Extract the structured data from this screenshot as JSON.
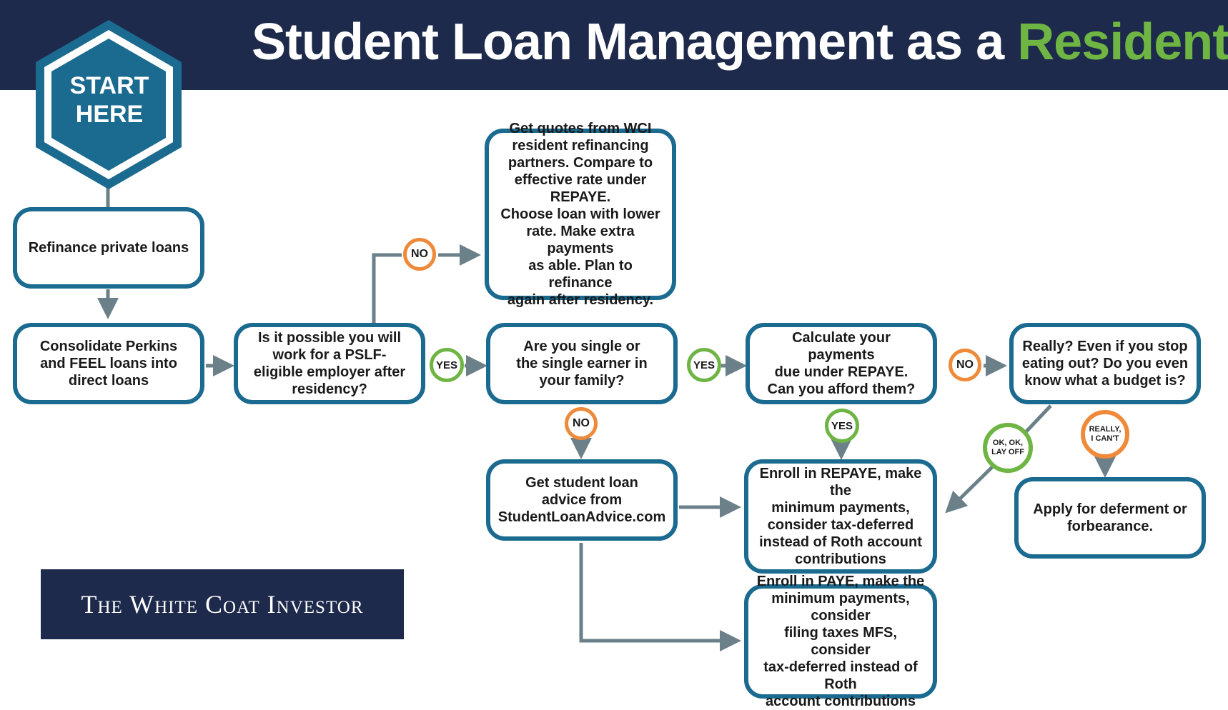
{
  "header": {
    "title_main": "Student Loan Management as a ",
    "title_accent": "Resident"
  },
  "colors": {
    "navy": "#1e2a4c",
    "box_border": "#1b6a90",
    "hex_fill": "#1b6a90",
    "connector": "#6b8088",
    "no_badge": "#ee8a3a",
    "yes_badge": "#6fb544",
    "title_accent": "#6fb544"
  },
  "start": {
    "line1": "START",
    "line2": "HERE"
  },
  "boxes": {
    "refinance_private": "Refinance private loans",
    "consolidate": [
      "Consolidate Perkins",
      "and FEEL loans into",
      "direct loans"
    ],
    "pslf_question": [
      "Is it possible you will",
      "work for a PSLF-",
      "eligible employer after",
      "residency?"
    ],
    "refinance_quotes": [
      "Get quotes from WCI",
      "resident refinancing",
      "partners. Compare to",
      "effective rate under REPAYE.",
      "Choose loan with lower",
      "rate. Make extra payments",
      "as able. Plan to refinance",
      "again after residency."
    ],
    "single_question": [
      "Are you single or",
      "the single earner in",
      "your family?"
    ],
    "calc_repaye": [
      "Calculate your payments",
      "due under REPAYE.",
      "Can you afford them?"
    ],
    "really_question": [
      "Really? Even if you stop",
      "eating out? Do you even",
      "know what a budget is?"
    ],
    "advice": [
      "Get student loan",
      "advice from",
      "StudentLoanAdvice.com"
    ],
    "enroll_repaye": [
      "Enroll in REPAYE, make the",
      "minimum payments,",
      "consider tax-deferred",
      "instead of Roth account",
      "contributions"
    ],
    "deferment": [
      "Apply for deferment or",
      "forbearance."
    ],
    "enroll_paye": [
      "Enroll in PAYE, make the",
      "minimum payments, consider",
      "filing taxes MFS, consider",
      "tax-deferred instead of Roth",
      "account contributions"
    ]
  },
  "badges": {
    "pslf_no": "NO",
    "pslf_yes": "YES",
    "single_yes": "YES",
    "single_no": "NO",
    "calc_no": "NO",
    "calc_yes": "YES",
    "ok_lay_off": [
      "OK, OK,",
      "LAY OFF"
    ],
    "really_cant": [
      "REALLY,",
      "I CAN'T"
    ]
  },
  "logo": "The White Coat Investor"
}
